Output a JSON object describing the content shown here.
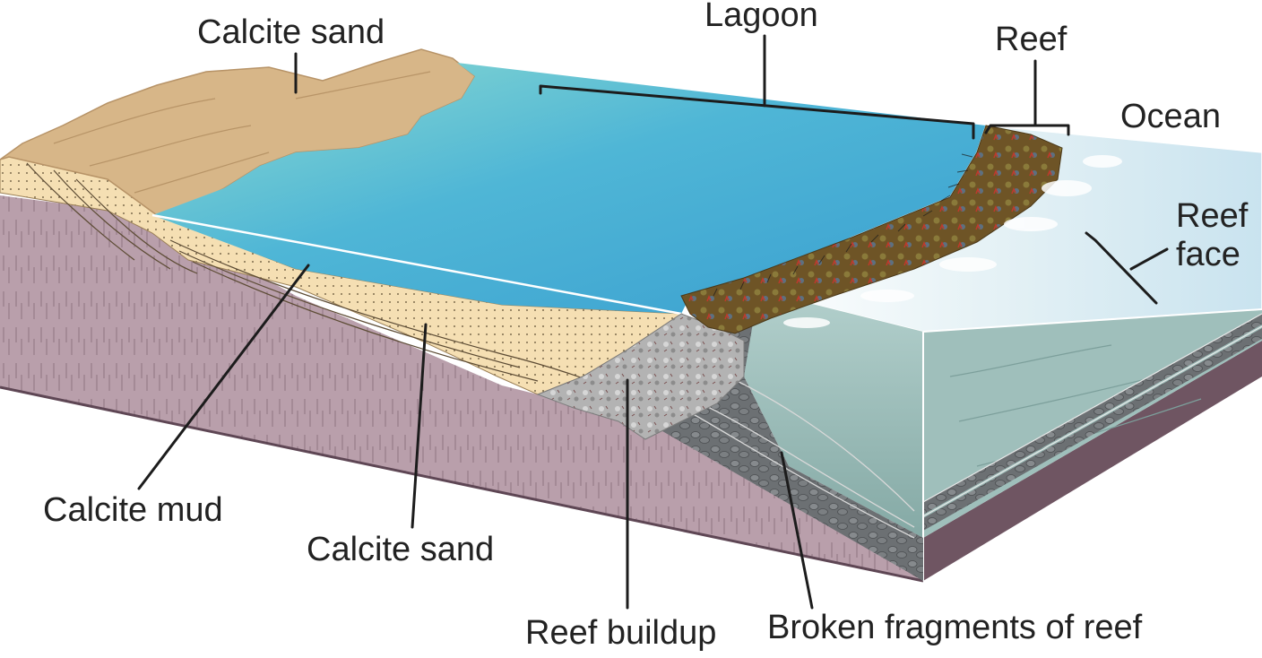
{
  "labels": {
    "lagoon": "Lagoon",
    "reef": "Reef",
    "ocean": "Ocean",
    "calcite_sand_top": "Calcite sand",
    "reef_face_line1": "Reef",
    "reef_face_line2": "face",
    "calcite_mud": "Calcite mud",
    "calcite_sand_bottom": "Calcite sand",
    "reef_buildup": "Reef buildup",
    "broken_fragments": "Broken fragments of reef"
  },
  "colors": {
    "bedrock": "#b59aa6",
    "bedrock_dark": "#7e6572",
    "sand": "#f4ddb1",
    "dunes": "#d9b78a",
    "lagoon_light": "#7fd3c8",
    "lagoon_deep": "#3fa7d6",
    "reef": "#7a5c2a",
    "reef_buildup": "#a9a9a9",
    "fragments": "#6f7377",
    "ocean_face": "#8fb8b4",
    "ocean_sky": "#d9ecf2"
  }
}
